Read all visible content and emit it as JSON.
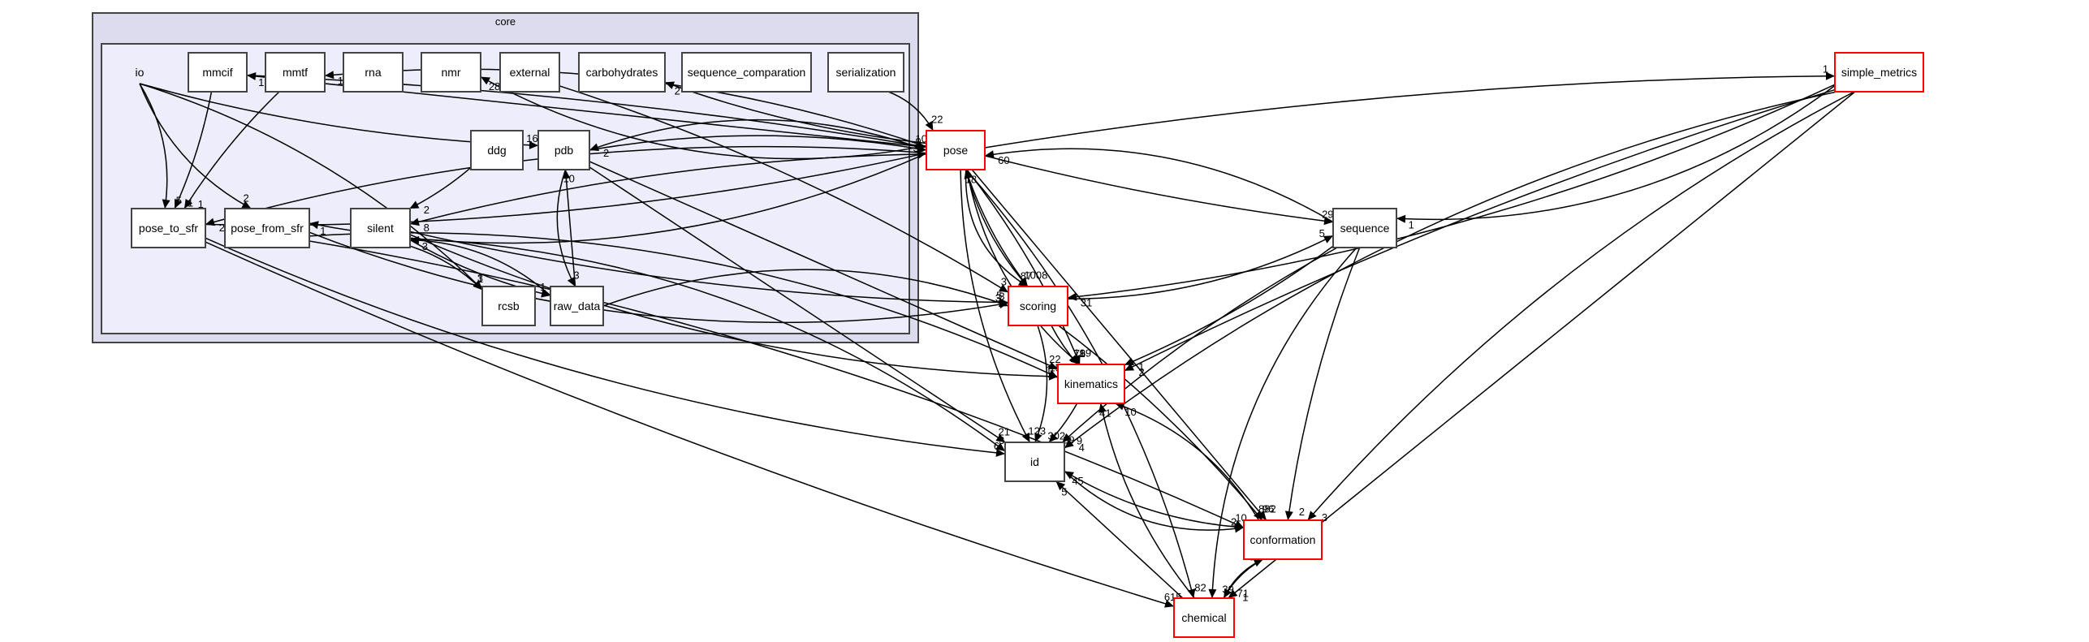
{
  "diagram": {
    "clusters": [
      {
        "id": "core",
        "label": "core"
      },
      {
        "id": "io",
        "label": "io"
      }
    ],
    "nodes": [
      {
        "id": "mmcif",
        "label": "mmcif",
        "cluster": "io",
        "highlight": false
      },
      {
        "id": "mmtf",
        "label": "mmtf",
        "cluster": "io",
        "highlight": false
      },
      {
        "id": "rna",
        "label": "rna",
        "cluster": "io",
        "highlight": false
      },
      {
        "id": "nmr",
        "label": "nmr",
        "cluster": "io",
        "highlight": false
      },
      {
        "id": "external",
        "label": "external",
        "cluster": "io",
        "highlight": false
      },
      {
        "id": "carbohydrates",
        "label": "carbohydrates",
        "cluster": "io",
        "highlight": false
      },
      {
        "id": "sequence_comparation",
        "label": "sequence_comparation",
        "cluster": "io",
        "highlight": false
      },
      {
        "id": "serialization",
        "label": "serialization",
        "cluster": "io",
        "highlight": false
      },
      {
        "id": "ddg",
        "label": "ddg",
        "cluster": "io",
        "highlight": false
      },
      {
        "id": "pdb",
        "label": "pdb",
        "cluster": "io",
        "highlight": false
      },
      {
        "id": "pose_to_sfr",
        "label": "pose_to_sfr",
        "cluster": "io",
        "highlight": false
      },
      {
        "id": "pose_from_sfr",
        "label": "pose_from_sfr",
        "cluster": "io",
        "highlight": false
      },
      {
        "id": "silent",
        "label": "silent",
        "cluster": "io",
        "highlight": false
      },
      {
        "id": "rcsb",
        "label": "rcsb",
        "cluster": "io",
        "highlight": false
      },
      {
        "id": "raw_data",
        "label": "raw_data",
        "cluster": "io",
        "highlight": false
      },
      {
        "id": "pose",
        "label": "pose",
        "cluster": null,
        "highlight": true
      },
      {
        "id": "scoring",
        "label": "scoring",
        "cluster": null,
        "highlight": true
      },
      {
        "id": "sequence",
        "label": "sequence",
        "cluster": null,
        "highlight": false
      },
      {
        "id": "kinematics",
        "label": "kinematics",
        "cluster": null,
        "highlight": true
      },
      {
        "id": "id",
        "label": "id",
        "cluster": null,
        "highlight": false
      },
      {
        "id": "conformation",
        "label": "conformation",
        "cluster": null,
        "highlight": true
      },
      {
        "id": "chemical",
        "label": "chemical",
        "cluster": null,
        "highlight": true
      },
      {
        "id": "simple_metrics",
        "label": "simple_metrics",
        "cluster": null,
        "highlight": true
      }
    ],
    "edges": [
      {
        "from": "io",
        "to": "pose_to_sfr",
        "label": "5"
      },
      {
        "from": "mmcif",
        "to": "pose_to_sfr",
        "label": "1"
      },
      {
        "from": "mmtf",
        "to": "pose_to_sfr",
        "label": "1"
      },
      {
        "from": "io",
        "to": "pose_from_sfr",
        "label": "2"
      },
      {
        "from": "io",
        "to": "rcsb",
        "label": "3"
      },
      {
        "from": "pose",
        "to": "mmcif",
        "label": "1"
      },
      {
        "from": "pose",
        "to": "mmtf",
        "label": "1"
      },
      {
        "from": "pose",
        "to": "nmr",
        "label": "28"
      },
      {
        "from": "pose",
        "to": "carbohydrates",
        "label": "2"
      },
      {
        "from": "io",
        "to": "pdb",
        "label": "16"
      },
      {
        "from": "pose",
        "to": "pdb",
        "label": "2"
      },
      {
        "from": "pdb",
        "to": "pose",
        "label": "9"
      },
      {
        "from": "raw_data",
        "to": "pdb",
        "label": "10"
      },
      {
        "from": "pose",
        "to": "pose_to_sfr",
        "label": "2"
      },
      {
        "from": "pose",
        "to": "pose_from_sfr",
        "label": "1"
      },
      {
        "from": "ddg",
        "to": "silent",
        "label": "2"
      },
      {
        "from": "pose",
        "to": "silent",
        "label": "8"
      },
      {
        "from": "raw_data",
        "to": "silent",
        "label": "3"
      },
      {
        "from": "silent",
        "to": "rcsb",
        "label": "1"
      },
      {
        "from": "silent",
        "to": "raw_data",
        "label": "1"
      },
      {
        "from": "pdb",
        "to": "raw_data",
        "label": "3"
      },
      {
        "from": "serialization",
        "to": "pose",
        "label": "22"
      },
      {
        "from": "mmcif",
        "to": "pose",
        "label": "10"
      },
      {
        "from": "pose_to_sfr",
        "to": "pose",
        "label": "38"
      },
      {
        "from": "sequence",
        "to": "pose",
        "label": "60"
      },
      {
        "from": "scoring",
        "to": "pose",
        "label": "18"
      },
      {
        "from": "pose",
        "to": "scoring",
        "label": "1008"
      },
      {
        "from": "pose",
        "to": "scoring",
        "label": "87"
      },
      {
        "from": "raw_data",
        "to": "scoring",
        "label": "3"
      },
      {
        "from": "external",
        "to": "scoring",
        "label": "3"
      },
      {
        "from": "silent",
        "to": "scoring",
        "label": "5"
      },
      {
        "from": "pose_from_sfr",
        "to": "scoring",
        "label": "3"
      },
      {
        "from": "simple_metrics",
        "to": "scoring",
        "label": "31"
      },
      {
        "from": "pose",
        "to": "sequence",
        "label": "29"
      },
      {
        "from": "scoring",
        "to": "sequence",
        "label": "5"
      },
      {
        "from": "simple_metrics",
        "to": "sequence",
        "label": "1"
      },
      {
        "from": "pose",
        "to": "simple_metrics",
        "label": "1"
      },
      {
        "from": "scoring",
        "to": "kinematics",
        "label": "199"
      },
      {
        "from": "pose",
        "to": "kinematics",
        "label": "76"
      },
      {
        "from": "pose",
        "to": "kinematics",
        "label": "1"
      },
      {
        "from": "pdb",
        "to": "kinematics",
        "label": "22"
      },
      {
        "from": "silent",
        "to": "kinematics",
        "label": "1"
      },
      {
        "from": "pose_from_sfr",
        "to": "kinematics",
        "label": "15"
      },
      {
        "from": "sequence",
        "to": "kinematics",
        "label": "1"
      },
      {
        "from": "simple_metrics",
        "to": "kinematics",
        "label": "2"
      },
      {
        "from": "conformation",
        "to": "kinematics",
        "label": "10"
      },
      {
        "from": "chemical",
        "to": "kinematics",
        "label": "41"
      },
      {
        "from": "pdb",
        "to": "id",
        "label": "21"
      },
      {
        "from": "pose",
        "to": "id",
        "label": "123"
      },
      {
        "from": "scoring",
        "to": "id",
        "label": "302"
      },
      {
        "from": "kinematics",
        "to": "id",
        "label": "39"
      },
      {
        "from": "sequence",
        "to": "id",
        "label": "9"
      },
      {
        "from": "simple_metrics",
        "to": "id",
        "label": "4"
      },
      {
        "from": "conformation",
        "to": "id",
        "label": "45"
      },
      {
        "from": "chemical",
        "to": "id",
        "label": "5"
      },
      {
        "from": "pose_to_sfr",
        "to": "id",
        "label": "6"
      },
      {
        "from": "silent",
        "to": "id",
        "label": "3"
      },
      {
        "from": "scoring",
        "to": "conformation",
        "label": "882"
      },
      {
        "from": "sequence",
        "to": "conformation",
        "label": "2"
      },
      {
        "from": "id",
        "to": "conformation",
        "label": "2"
      },
      {
        "from": "pose_from_sfr",
        "to": "conformation",
        "label": "10"
      },
      {
        "from": "pose",
        "to": "conformation",
        "label": "96"
      },
      {
        "from": "simple_metrics",
        "to": "conformation",
        "label": "3"
      },
      {
        "from": "chemical",
        "to": "conformation",
        "label": "8"
      },
      {
        "from": "conformation",
        "to": "chemical",
        "label": "71"
      },
      {
        "from": "pose_to_sfr",
        "to": "chemical",
        "label": "615"
      },
      {
        "from": "sequence",
        "to": "chemical",
        "label": "39"
      },
      {
        "from": "pose",
        "to": "chemical",
        "label": "82"
      },
      {
        "from": "simple_metrics",
        "to": "chemical",
        "label": "1"
      }
    ]
  }
}
